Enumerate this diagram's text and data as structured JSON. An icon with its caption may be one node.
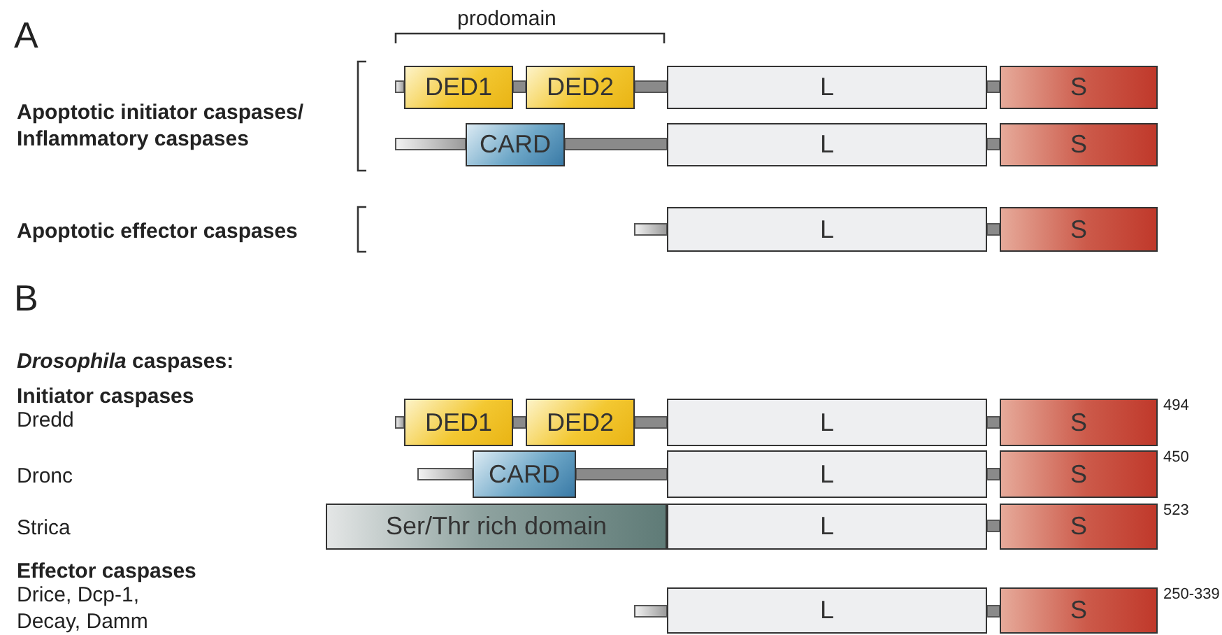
{
  "diagram": {
    "nodes": [
      {
        "text": [
          "DED1"
        ]
      },
      {
        "text": [
          "DED2"
        ]
      },
      {
        "text": [
          "L"
        ]
      },
      {
        "text": [
          "S"
        ]
      },
      {
        "text": [
          "CARD"
        ]
      },
      {
        "text": [
          "L"
        ]
      },
      {
        "text": [
          "S"
        ]
      },
      {
        "text": [
          "L"
        ]
      },
      {
        "text": [
          "S"
        ]
      },
      {
        "text": [
          "DED1"
        ]
      },
      {
        "text": [
          "DED2"
        ]
      },
      {
        "text": [
          "L"
        ]
      },
      {
        "text": [
          "S"
        ]
      },
      {
        "text": [
          "CARD"
        ]
      },
      {
        "text": [
          "L"
        ]
      },
      {
        "text": [
          "S"
        ]
      },
      {
        "text": [
          "Ser/Thr rich domain"
        ]
      },
      {
        "text": [
          "L"
        ]
      },
      {
        "text": [
          "S"
        ]
      },
      {
        "text": [
          "L"
        ]
      },
      {
        "text": [
          "S"
        ]
      }
    ],
    "edges": [],
    "labels": [
      "A",
      "prodomain",
      "Apoptotic initiator caspases/ Inflammatory caspases",
      "Apoptotic effector caspases",
      "B",
      "*Drosophila* caspases:",
      "Initiator caspases",
      "Dredd",
      "494",
      "Dronc",
      "450",
      "Strica",
      "523",
      "Effector caspases",
      "Drice, Dcp-1, Decay, Damm",
      "250-339"
    ]
  }
}
